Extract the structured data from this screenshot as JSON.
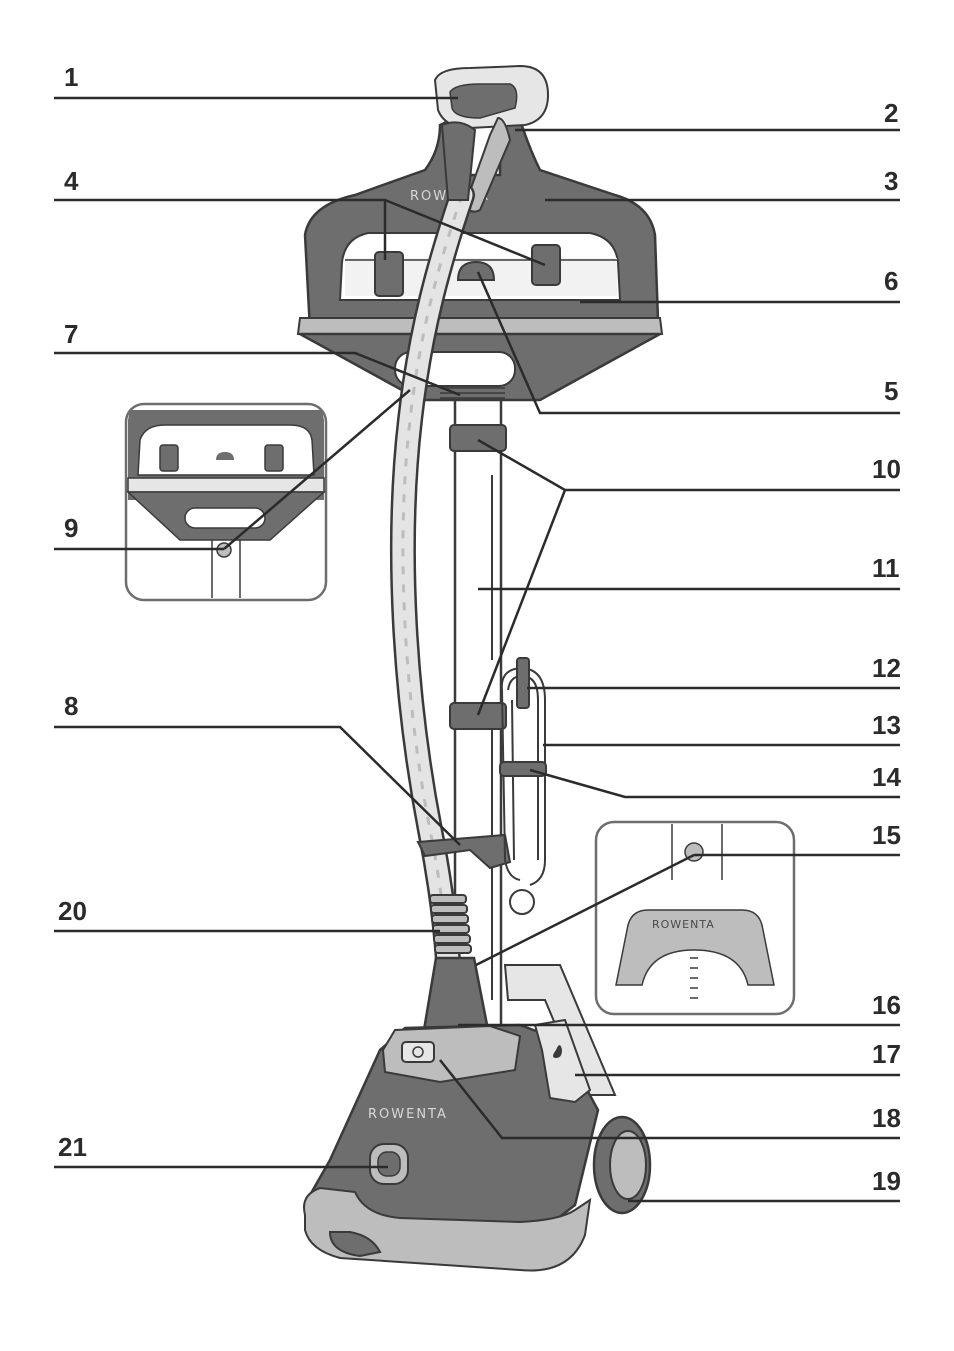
{
  "brand": "ROWENTA",
  "callouts": {
    "c1": "1",
    "c2": "2",
    "c3": "3",
    "c4": "4",
    "c5": "5",
    "c6": "6",
    "c7": "7",
    "c8": "8",
    "c9": "9",
    "c10": "10",
    "c11": "11",
    "c12": "12",
    "c13": "13",
    "c14": "14",
    "c15": "15",
    "c16": "16",
    "c17": "17",
    "c18": "18",
    "c19": "19",
    "c20": "20",
    "c21": "21"
  },
  "colors": {
    "body": "#6e6e6e",
    "body_light": "#bdbdbd",
    "outline": "#3a3a3a",
    "hose": "#e4e4e4"
  }
}
